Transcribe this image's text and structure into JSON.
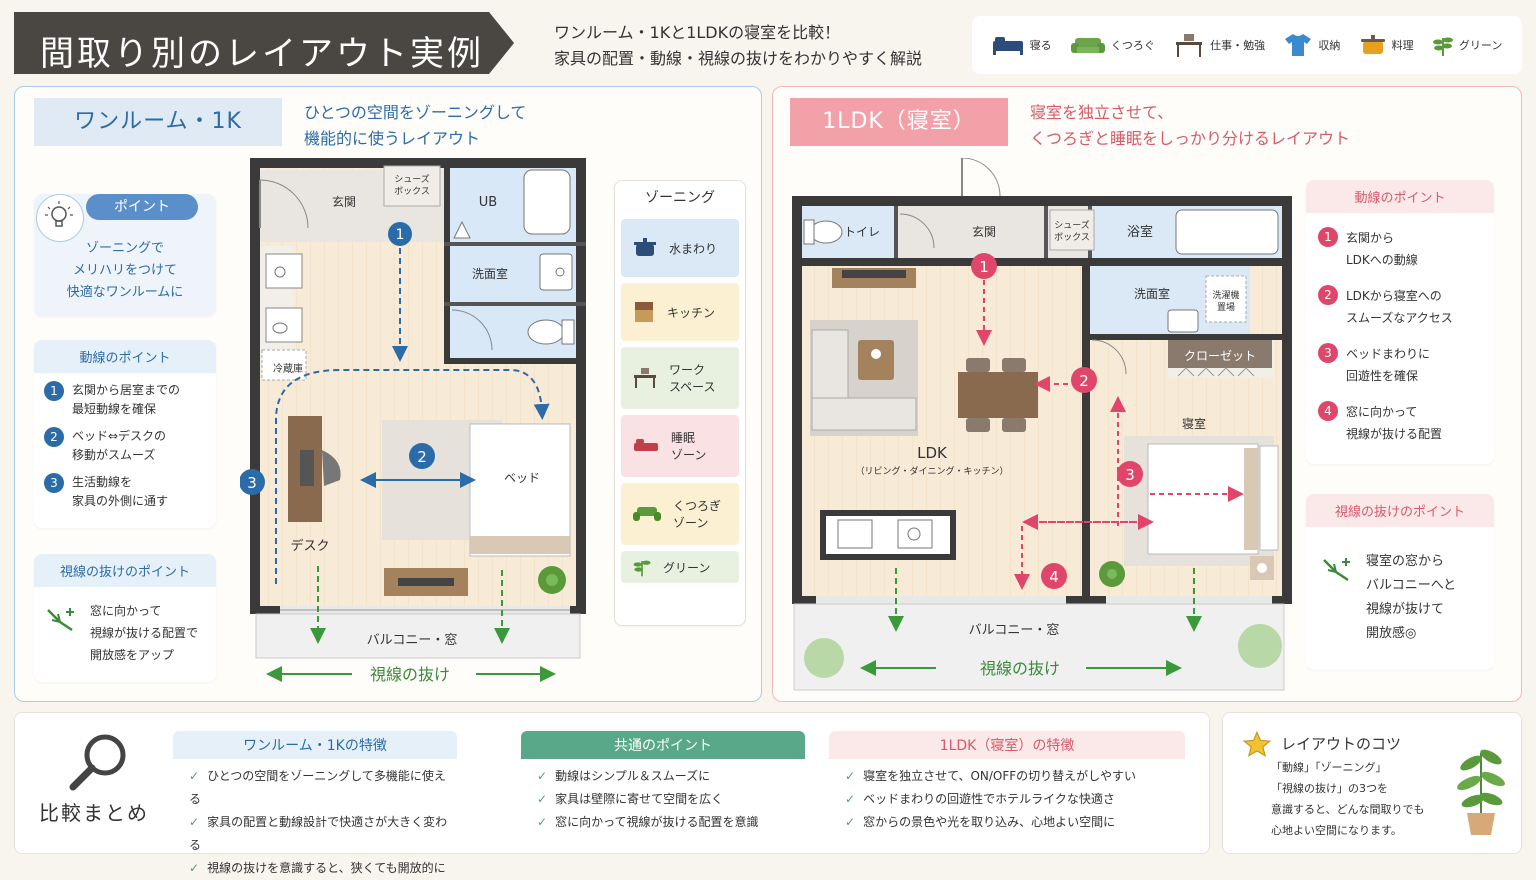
{
  "header": {
    "title": "間取り別のレイアウト実例",
    "subtitle": [
      "ワンルーム・1Kと1LDKの寝室を比較！",
      "家具の配置・動線・視線の抜けをわかりやすく解説"
    ]
  },
  "legend": [
    {
      "icon": "bed-icon",
      "label": "寝る",
      "color": "#2c4d7a"
    },
    {
      "icon": "sofa-icon",
      "label": "くつろぐ",
      "color": "#6aa54a"
    },
    {
      "icon": "desk-icon",
      "label": "仕事・勉強",
      "color": "#5a4a3e"
    },
    {
      "icon": "shirt-icon",
      "label": "収納",
      "color": "#3a8ad0"
    },
    {
      "icon": "pot-icon",
      "label": "料理",
      "color": "#e8a020"
    },
    {
      "icon": "plant-icon",
      "label": "グリーン",
      "color": "#5a9a3a"
    }
  ],
  "left": {
    "tag": "ワンルーム・1K",
    "lead": [
      "ひとつの空間をゾーニングして",
      "機能的に使うレイアウト"
    ],
    "point": {
      "label": "ポイント",
      "text": [
        "ゾーニングで",
        "メリハリをつけて",
        "快適なワンルームに"
      ]
    },
    "flow": {
      "title": "動線のポイント",
      "items": [
        {
          "n": "1",
          "text": [
            "玄関から居室までの",
            "最短動線を確保"
          ]
        },
        {
          "n": "2",
          "text": [
            "ベッド⇔デスクの",
            "移動がスムーズ"
          ]
        },
        {
          "n": "3",
          "text": [
            "生活動線を",
            "家具の外側に通す"
          ]
        }
      ]
    },
    "sight": {
      "title": "視線の抜けのポイント",
      "text": [
        "窓に向かって",
        "視線が抜ける配置で",
        "開放感をアップ"
      ]
    },
    "plan": {
      "genkan": "玄関",
      "shoes": [
        "シューズ",
        "ボックス"
      ],
      "ub": "UB",
      "senmen": "洗面室",
      "fridge": "冷蔵庫",
      "desk": "デスク",
      "bed": "ベッド",
      "balcony": "バルコニー・窓",
      "sight": "視線の抜け",
      "nums": [
        "1",
        "2",
        "3"
      ]
    },
    "zoning": {
      "title": "ゾーニング",
      "items": [
        {
          "label": [
            "水まわり"
          ],
          "bg": "#dbe9f6",
          "icon": "pot-icon"
        },
        {
          "label": [
            "キッチン"
          ],
          "bg": "#fbf0d2",
          "icon": "cabinet-icon"
        },
        {
          "label": [
            "ワーク",
            "スペース"
          ],
          "bg": "#e8f1e0",
          "icon": "desk-icon"
        },
        {
          "label": [
            "睡眠",
            "ゾーン"
          ],
          "bg": "#f9e1e4",
          "icon": "bed-icon"
        },
        {
          "label": [
            "くつろぎ",
            "ゾーン"
          ],
          "bg": "#fbf0d2",
          "icon": "sofa-icon"
        },
        {
          "label": [
            "グリーン"
          ],
          "bg": "#e8f1e0",
          "icon": "plant-icon"
        }
      ]
    }
  },
  "right": {
    "tag": "1LDK（寝室）",
    "lead": [
      "寝室を独立させて、",
      "くつろぎと睡眠をしっかり分けるレイアウト"
    ],
    "plan": {
      "toilet": "トイレ",
      "genkan": "玄関",
      "shoes": [
        "シューズ",
        "ボックス"
      ],
      "bath": "浴室",
      "senmen": "洗面室",
      "washer": [
        "洗濯機",
        "置場"
      ],
      "closet": "クローゼット",
      "bedroom": "寝室",
      "ldk": "LDK",
      "ldk_sub": "（リビング・ダイニング・キッチン）",
      "balcony": "バルコニー・窓",
      "sight": "視線の抜け",
      "nums": [
        "1",
        "2",
        "3",
        "4"
      ]
    },
    "flow": {
      "title": "動線のポイント",
      "items": [
        {
          "n": "1",
          "text": [
            "玄関から",
            "LDKへの動線"
          ]
        },
        {
          "n": "2",
          "text": [
            "LDKから寝室への",
            "スムーズなアクセス"
          ]
        },
        {
          "n": "3",
          "text": [
            "ベッドまわりに",
            "回遊性を確保"
          ]
        },
        {
          "n": "4",
          "text": [
            "窓に向かって",
            "視線が抜ける配置"
          ]
        }
      ]
    },
    "sight": {
      "title": "視線の抜けのポイント",
      "text": [
        "寝室の窓から",
        "バルコニーへと",
        "視線が抜けて",
        "開放感◎"
      ]
    }
  },
  "summary": {
    "label": "比較まとめ",
    "cols": [
      {
        "title": "ワンルーム・1Kの特徴",
        "items": [
          "ひとつの空間をゾーニングして多機能に使える",
          "家具の配置と動線設計で快適さが大きく変わる",
          "視線の抜けを意識すると、狭くても開放的に"
        ]
      },
      {
        "title": "共通のポイント",
        "items": [
          "動線はシンプル＆スムーズに",
          "家具は壁際に寄せて空間を広く",
          "窓に向かって視線が抜ける配置を意識"
        ]
      },
      {
        "title": "1LDK（寝室）の特徴",
        "items": [
          "寝室を独立させて、ON/OFFの切り替えがしやすい",
          "ベッドまわりの回遊性でホテルライクな快適さ",
          "窓からの景色や光を取り込み、心地よい空間に"
        ]
      }
    ]
  },
  "tips": {
    "title": "レイアウトのコツ",
    "text": [
      "「動線」「ゾーニング」",
      "「視線の抜け」の3つを",
      "意識すると、どんな間取りでも",
      "心地よい空間になります。"
    ]
  },
  "checkmark": "✓"
}
